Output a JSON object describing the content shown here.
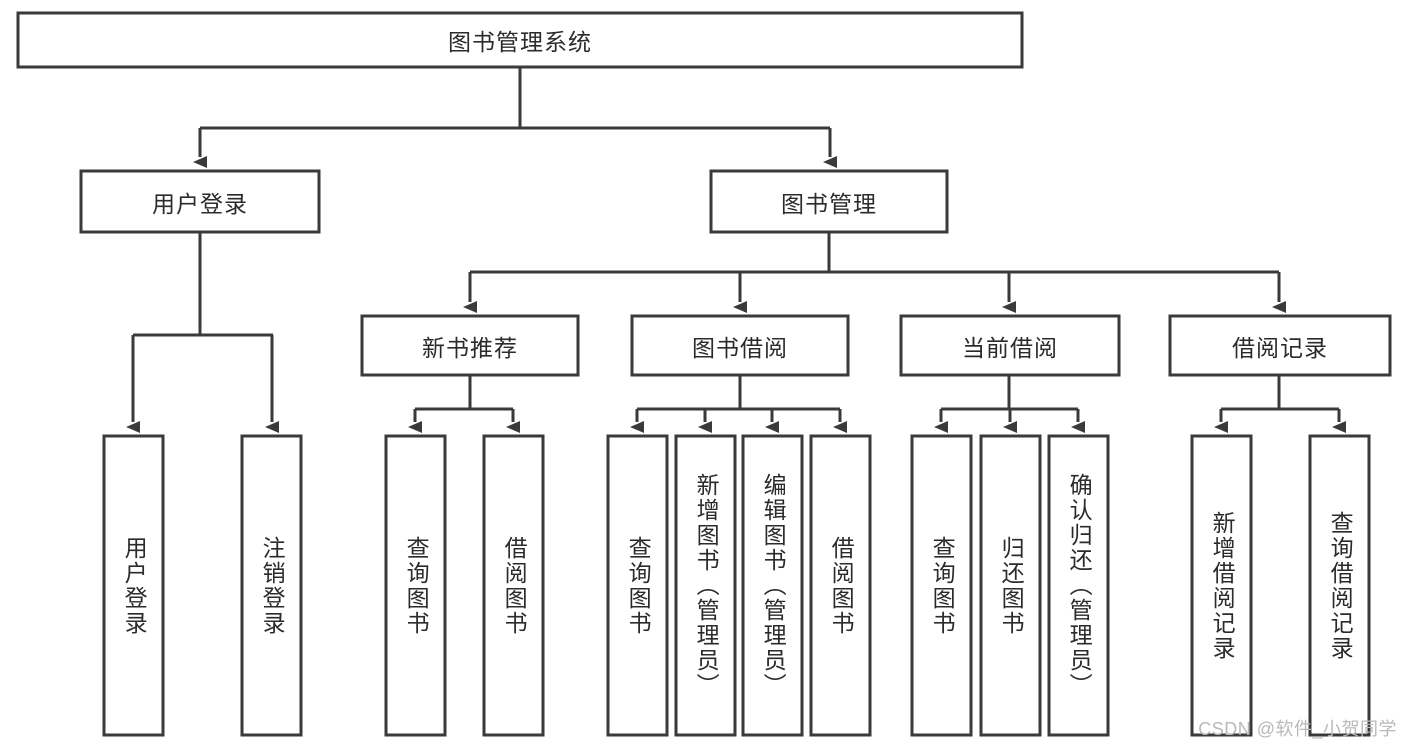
{
  "diagram": {
    "title_node": {
      "id": "root",
      "label": "图书管理系统",
      "orientation": "horizontal"
    },
    "level2": [
      {
        "id": "user-login",
        "label": "用户登录",
        "orientation": "horizontal"
      },
      {
        "id": "book-manage",
        "label": "图书管理",
        "orientation": "horizontal"
      }
    ],
    "level3": [
      {
        "id": "new-book-recommend",
        "label": "新书推荐",
        "orientation": "horizontal"
      },
      {
        "id": "book-borrow",
        "label": "图书借阅",
        "orientation": "horizontal"
      },
      {
        "id": "current-borrow",
        "label": "当前借阅",
        "orientation": "horizontal"
      },
      {
        "id": "borrow-record",
        "label": "借阅记录",
        "orientation": "horizontal"
      }
    ],
    "leaves": [
      {
        "id": "leaf-user-login",
        "label": "用户登录",
        "parent": "user-login"
      },
      {
        "id": "leaf-logout-login",
        "label": "注销登录",
        "parent": "user-login"
      },
      {
        "id": "leaf-query-book-1",
        "label": "查询图书",
        "parent": "new-book-recommend"
      },
      {
        "id": "leaf-borrow-book-1",
        "label": "借阅图书",
        "parent": "new-book-recommend"
      },
      {
        "id": "leaf-query-book-2",
        "label": "查询图书",
        "parent": "book-borrow"
      },
      {
        "id": "leaf-add-book",
        "label": "新增图书（管理员）",
        "parent": "book-borrow"
      },
      {
        "id": "leaf-edit-book",
        "label": "编辑图书（管理员）",
        "parent": "book-borrow"
      },
      {
        "id": "leaf-borrow-book-2",
        "label": "借阅图书",
        "parent": "book-borrow"
      },
      {
        "id": "leaf-query-book-3",
        "label": "查询图书",
        "parent": "current-borrow"
      },
      {
        "id": "leaf-return-book",
        "label": "归还图书",
        "parent": "current-borrow"
      },
      {
        "id": "leaf-confirm-return",
        "label": "确认归还（管理员）",
        "parent": "current-borrow"
      },
      {
        "id": "leaf-add-record",
        "label": "新增借阅记录",
        "parent": "borrow-record"
      },
      {
        "id": "leaf-query-record",
        "label": "查询借阅记录",
        "parent": "borrow-record"
      }
    ],
    "colors": {
      "stroke": "#3a3a3a",
      "fill": "#ffffff",
      "text": "#2b2b2b",
      "watermark": "#b9b9b9"
    }
  },
  "watermark": {
    "text": "CSDN @软件_小贺同学"
  }
}
